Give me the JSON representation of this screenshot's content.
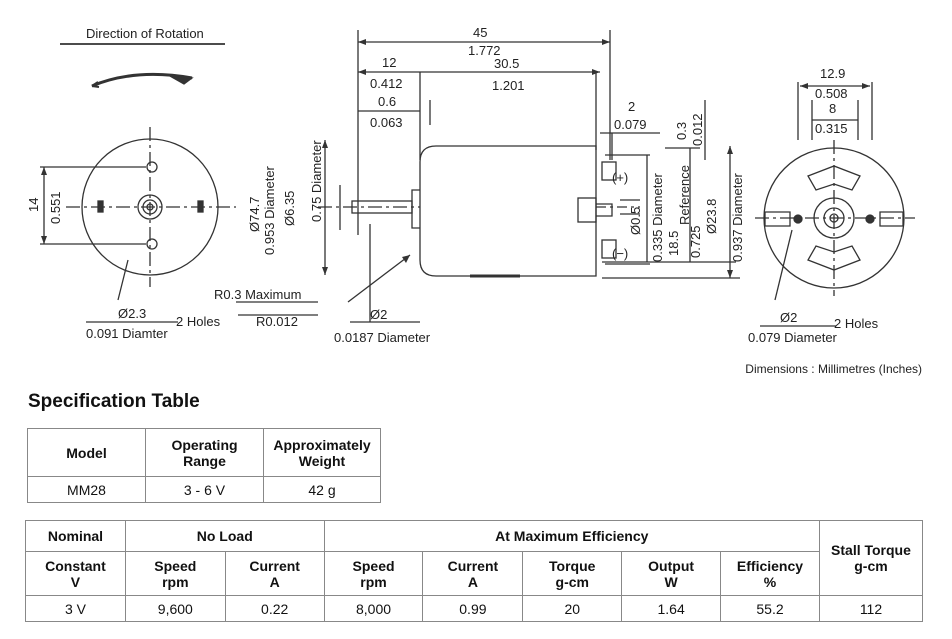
{
  "drawing": {
    "direction_label": "Direction of Rotation",
    "dim_45": "45",
    "dim_1772": "1.772",
    "dim_12": "12",
    "dim_0412": "0.412",
    "dim_305": "30.5",
    "dim_1201": "1.201",
    "dim_06": "0.6",
    "dim_0063": "0.063",
    "dim_2": "2",
    "dim_0079": "0.079",
    "dim_03": "0.3",
    "dim_0012": "0.012",
    "dim_129": "12.9",
    "dim_0508": "0.508",
    "dim_8": "8",
    "dim_0315": "0.315",
    "dim_14": "14",
    "dim_0551": "0.551",
    "dim_d747": "Ø74.7",
    "dim_0953": "0.953 Diameter",
    "dim_d635": "Ø6.35",
    "dim_075": "0.75 Diameter",
    "dim_d05": "Ø0.5",
    "dim_0335": "0.335 Diameter",
    "dim_185": "18.5",
    "dim_0725": "0.725",
    "dim_reference": "Reference",
    "dim_d238": "Ø23.8",
    "dim_0937": "0.937 Diameter",
    "terminal_plus": "(+)",
    "terminal_minus": "(−)",
    "left_hole_dia": "Ø2.3",
    "left_hole_in": "0.091 Diamter",
    "left_holes": "2 Holes",
    "r03": "R0.3 Maximum",
    "r0012": "R0.012",
    "shaft_d2": "Ø2",
    "shaft_in": "0.0187 Diameter",
    "right_hole_dia": "Ø2",
    "right_hole_in": "0.079 Diameter",
    "right_holes": "2 Holes"
  },
  "units_note": "Dimensions : Millimetres (Inches)",
  "spec_title": "Specification Table",
  "table1": {
    "headers": [
      "Model",
      "Operating Range",
      "Approximately Weight"
    ],
    "row": [
      "MM28",
      "3 - 6 V",
      "42 g"
    ]
  },
  "table2": {
    "groups": {
      "nominal": "Nominal",
      "no_load": "No Load",
      "max_eff": "At Maximum Efficiency",
      "stall": "Stall Torque g-cm"
    },
    "subheaders": [
      {
        "name": "Constant",
        "unit": "V"
      },
      {
        "name": "Speed",
        "unit": "rpm"
      },
      {
        "name": "Current",
        "unit": "A"
      },
      {
        "name": "Speed",
        "unit": "rpm"
      },
      {
        "name": "Current",
        "unit": "A"
      },
      {
        "name": "Torque",
        "unit": "g-cm"
      },
      {
        "name": "Output",
        "unit": "W"
      },
      {
        "name": "Efficiency",
        "unit": "%"
      }
    ],
    "row": [
      "3 V",
      "9,600",
      "0.22",
      "8,000",
      "0.99",
      "20",
      "1.64",
      "55.2",
      "112"
    ]
  }
}
